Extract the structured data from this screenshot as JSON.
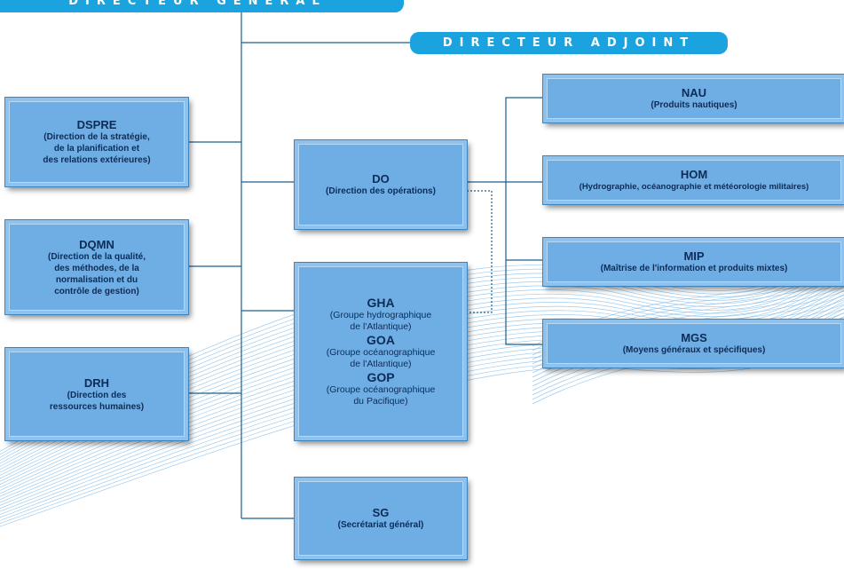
{
  "header": {
    "director_general": "DIRECTEUR GÉNÉRAL",
    "director_adjoint": "DIRECTEUR ADJOINT"
  },
  "units": {
    "dspre": {
      "name": "DSPRE",
      "desc": "(Direction de la stratégie,\nde la planification et\ndes relations extérieures)"
    },
    "dqmn": {
      "name": "DQMN",
      "desc": "(Direction de la qualité,\ndes méthodes, de la\nnormalisation et du\ncontrôle de gestion)"
    },
    "drh": {
      "name": "DRH",
      "desc": "(Direction des\nressources humaines)"
    },
    "do": {
      "name": "DO",
      "desc": "(Direction des opérations)"
    },
    "gha": {
      "name": "GHA",
      "desc": "(Groupe hydrographique\nde l'Atlantique)"
    },
    "goa": {
      "name": "GOA",
      "desc": "(Groupe océanographique\nde l'Atlantique)"
    },
    "gop": {
      "name": "GOP",
      "desc": "(Groupe océanographique\ndu Pacifique)"
    },
    "sg": {
      "name": "SG",
      "desc": "(Secrétariat général)"
    },
    "nau": {
      "name": "NAU",
      "desc": "(Produits nautiques)"
    },
    "hom": {
      "name": "HOM",
      "desc": "(Hydrographie, océanographie et météorologie militaires)"
    },
    "mip": {
      "name": "MIP",
      "desc": "(Maîtrise de l'information et produits mixtes)"
    },
    "mgs": {
      "name": "MGS",
      "desc": "(Moyens généraux et spécifiques)"
    }
  },
  "colors": {
    "pill": "#1aa3de",
    "box_fill": "#6faee4",
    "box_text": "#0c2c57",
    "connector": "#1b5f8f",
    "wave": "#7fb9e8"
  }
}
